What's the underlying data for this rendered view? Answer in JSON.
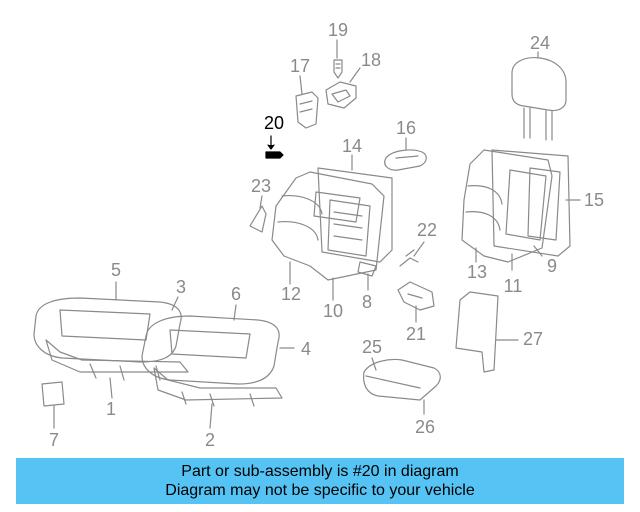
{
  "diagram": {
    "highlight_color": "#000000",
    "line_color": "#8a8a8a",
    "callouts": [
      {
        "id": "c1",
        "label": "1"
      },
      {
        "id": "c2",
        "label": "2"
      },
      {
        "id": "c3",
        "label": "3"
      },
      {
        "id": "c4",
        "label": "4"
      },
      {
        "id": "c5",
        "label": "5"
      },
      {
        "id": "c6",
        "label": "6"
      },
      {
        "id": "c7",
        "label": "7"
      },
      {
        "id": "c8",
        "label": "8"
      },
      {
        "id": "c9",
        "label": "9"
      },
      {
        "id": "c10",
        "label": "10"
      },
      {
        "id": "c11",
        "label": "11"
      },
      {
        "id": "c12",
        "label": "12"
      },
      {
        "id": "c13",
        "label": "13"
      },
      {
        "id": "c14",
        "label": "14"
      },
      {
        "id": "c15",
        "label": "15"
      },
      {
        "id": "c16",
        "label": "16"
      },
      {
        "id": "c17",
        "label": "17"
      },
      {
        "id": "c18",
        "label": "18"
      },
      {
        "id": "c19",
        "label": "19"
      },
      {
        "id": "c20",
        "label": "20"
      },
      {
        "id": "c21",
        "label": "21"
      },
      {
        "id": "c22",
        "label": "22"
      },
      {
        "id": "c23",
        "label": "23"
      },
      {
        "id": "c24",
        "label": "24"
      },
      {
        "id": "c25",
        "label": "25"
      },
      {
        "id": "c26",
        "label": "26"
      },
      {
        "id": "c27",
        "label": "27"
      }
    ]
  },
  "banner": {
    "line1": "Part or sub-assembly is #20 in diagram",
    "line2": "Diagram may not be specific to your vehicle",
    "background": "#55c3f3"
  }
}
